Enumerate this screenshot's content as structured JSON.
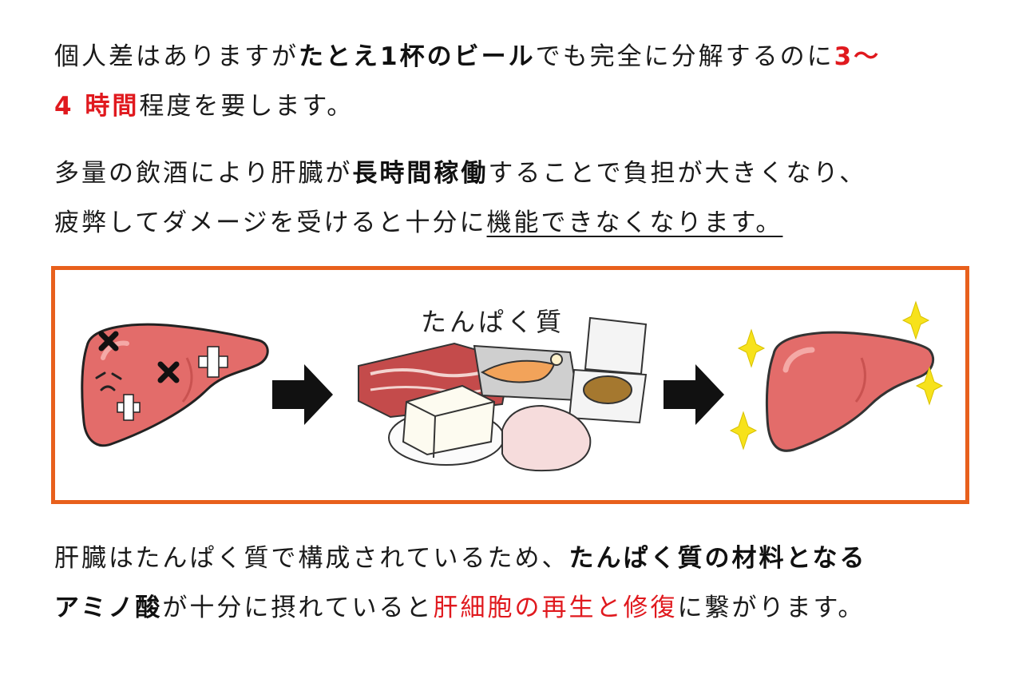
{
  "para1": {
    "line1": {
      "t1": "個人差はありますが",
      "t2": "たとえ1杯のビール",
      "t3": "でも完全に分解するのに",
      "t4": "3～"
    },
    "line2": {
      "t1": "4 時間",
      "t2": "程度を要します。"
    }
  },
  "para2": {
    "line1": {
      "t1": "多量の飲酒により肝臓が",
      "t2": "長時間稼働",
      "t3": "することで負担が大きくなり、"
    },
    "line2": {
      "t1": "疲弊してダメージを受けると十分に",
      "t2": "機能できなくなります。"
    }
  },
  "illustration": {
    "caption": "たんぱく質",
    "colors": {
      "border": "#e8601c",
      "liver": "#e36c6a",
      "liver_shadow": "#c95250",
      "sparkle": "#f7e21b",
      "arrow": "#111111"
    },
    "items": [
      "damaged-liver",
      "arrow",
      "protein-foods",
      "arrow",
      "healthy-liver"
    ]
  },
  "para3": {
    "line1": {
      "t1": "肝臓はたんぱく質で構成されているため、",
      "t2": "たんぱく質の材料となる"
    },
    "line2": {
      "t1": "アミノ酸",
      "t2": "が十分に摂れていると",
      "t3": "肝細胞の再生と修復",
      "t4": "に繋がります。"
    }
  }
}
